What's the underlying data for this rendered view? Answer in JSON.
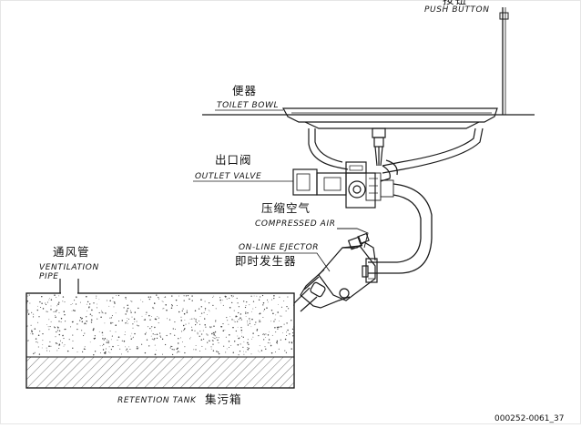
{
  "labels": {
    "push_button_cn": "按钮",
    "push_button_en": "PUSH BUTTON",
    "toilet_bowl_cn": "便器",
    "toilet_bowl_en": "TOILET BOWL",
    "outlet_valve_cn": "出口阀",
    "outlet_valve_en": "OUTLET VALVE",
    "compressed_air_cn": "压缩空气",
    "compressed_air_en": "COMPRESSED AIR",
    "ejector_en": "ON-LINE EJECTOR",
    "ejector_cn": "即时发生器",
    "vent_pipe_cn": "通风管",
    "vent_pipe_en_1": "VENTILATION",
    "vent_pipe_en_2": "PIPE",
    "retention_tank_en": "RETENTION TANK",
    "retention_tank_cn": "集污箱"
  },
  "reference_code": "000252-0061_37",
  "colors": {
    "line": "#1a1a1a",
    "background": "#ffffff",
    "speckle": "#444444",
    "hatch": "#555555"
  }
}
